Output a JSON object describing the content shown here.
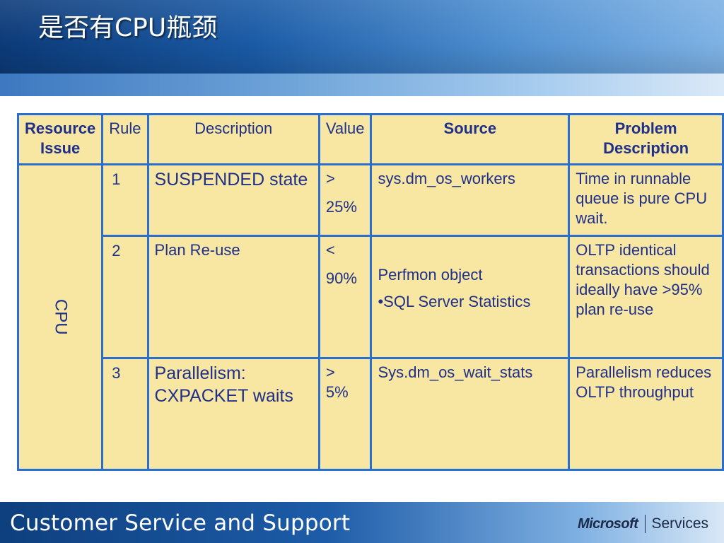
{
  "title": "是否有CPU瓶颈",
  "table": {
    "headers": {
      "resource_issue": "Resource Issue",
      "rule": "Rule",
      "description": "Description",
      "value": "Value",
      "source": "Source",
      "problem_description": "Problem Description"
    },
    "resource": "CPU",
    "rows": [
      {
        "rule": "1",
        "description": "SUSPENDED state",
        "value_op": ">",
        "value_num": "25%",
        "source": "sys.dm_os_workers",
        "problem": "Time in runnable queue is pure CPU wait."
      },
      {
        "rule": "2",
        "description": "Plan Re-use",
        "value_op": "<",
        "value_num": "90%",
        "source_line1": "Perfmon object",
        "source_line2": "•SQL Server Statistics",
        "problem": "OLTP identical transactions should ideally have >95% plan re-use"
      },
      {
        "rule": "3",
        "description": "Parallelism: CXPACKET waits",
        "value_op": ">",
        "value_num": "5%",
        "source": "Sys.dm_os_wait_stats",
        "problem": "Parallelism reduces OLTP throughput"
      }
    ]
  },
  "footer": {
    "text": "Customer Service and Support",
    "brand_microsoft": "Microsoft",
    "brand_services": "Services"
  },
  "colors": {
    "table_fill": "#f7e7a3",
    "table_border": "#2a6fcf",
    "text": "#1f2f8a"
  }
}
